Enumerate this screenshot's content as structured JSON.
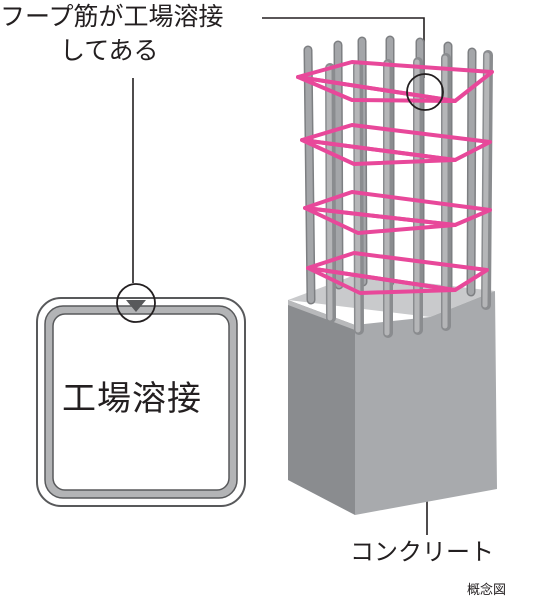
{
  "labels": {
    "weld_note_line1": "フープ筋が工場溶接",
    "weld_note_line2": "してある",
    "section_label": "工場溶接",
    "concrete_label": "コンクリート",
    "concept_note": "概念図"
  },
  "colors": {
    "hoop": "#e8489a",
    "rebar": "#9c9ea1",
    "rebar_dark": "#6f7174",
    "concrete_front": "#a8aaad",
    "concrete_side": "#8a8c8f",
    "concrete_top": "#c9cacc",
    "section_frame": "#b3b4b6",
    "line": "#231f20"
  },
  "icons": {
    "weld_mark": "weld-triangle-icon",
    "zoom_circle": "magnifier-circle-icon"
  }
}
